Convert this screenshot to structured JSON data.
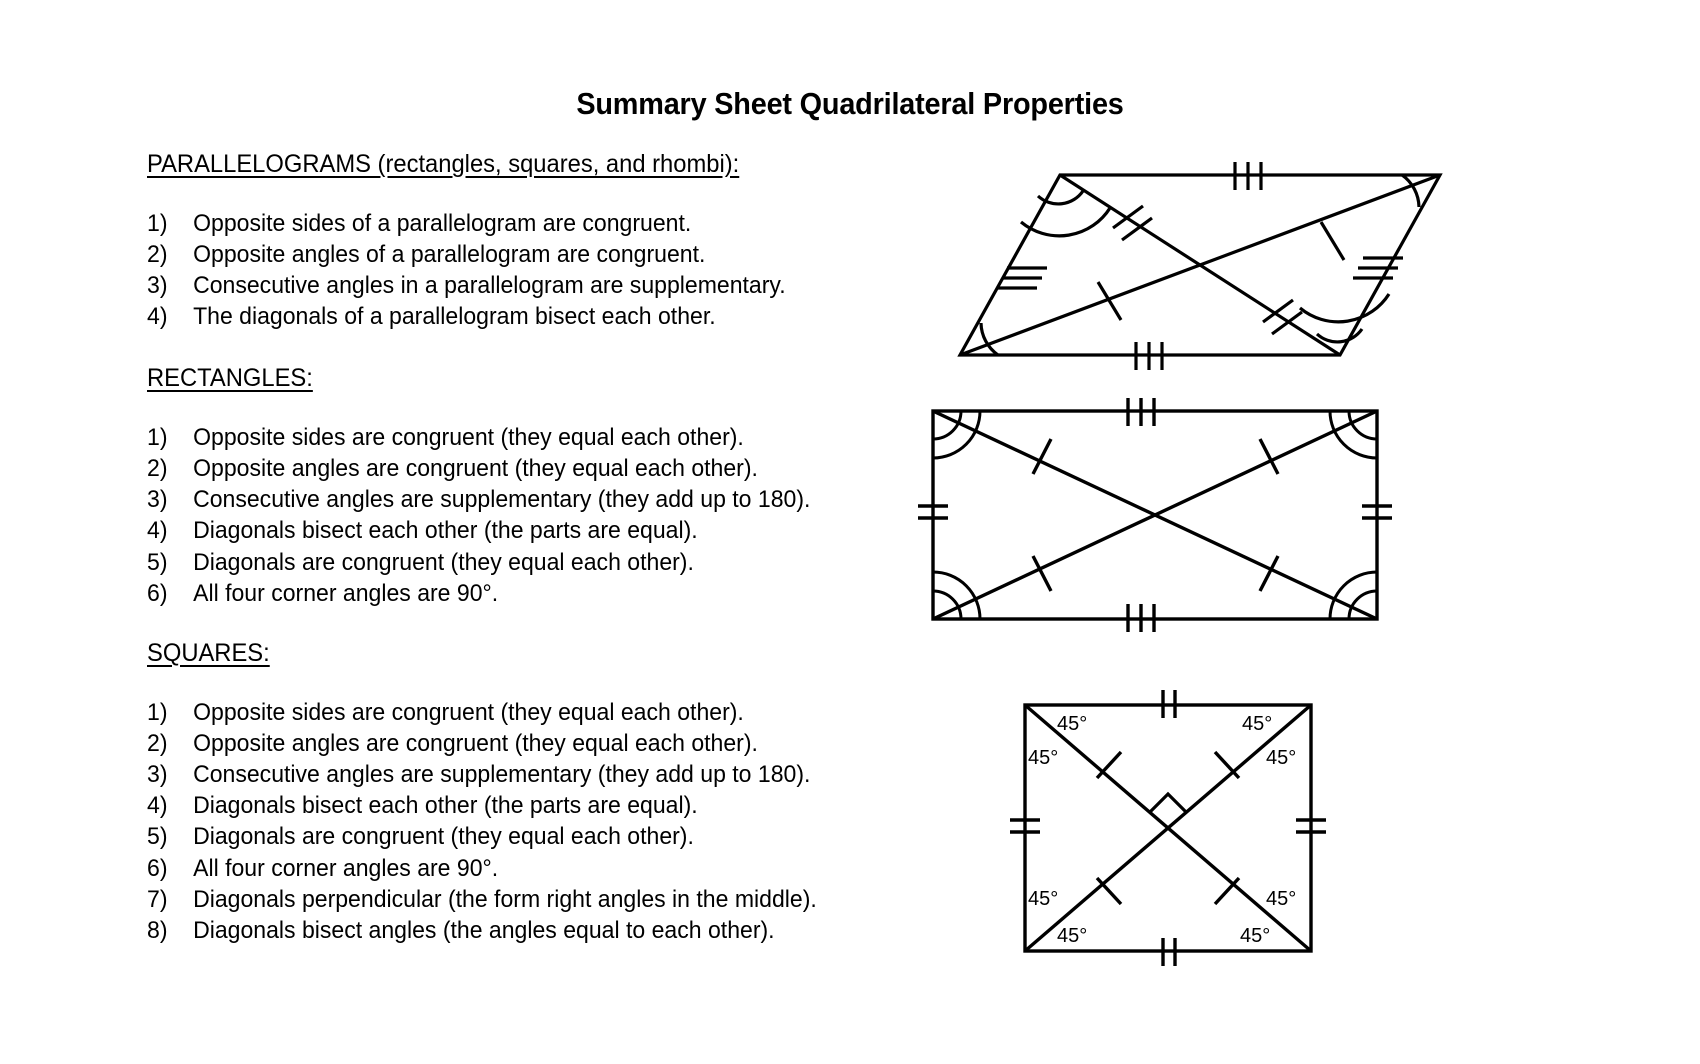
{
  "title": "Summary Sheet Quadrilateral Properties",
  "sections": [
    {
      "id": "parallelograms",
      "heading": "PARALLELOGRAMS (rectangles, squares, and rhombi):",
      "items": [
        {
          "num": "1)",
          "text": "Opposite sides of a parallelogram are congruent."
        },
        {
          "num": "2)",
          "text": "Opposite angles of a parallelogram are congruent."
        },
        {
          "num": "3)",
          "text": "Consecutive angles in a parallelogram are supplementary."
        },
        {
          "num": "4)",
          "text": "The diagonals of a parallelogram bisect each other."
        }
      ]
    },
    {
      "id": "rectangles",
      "heading": "RECTANGLES:",
      "items": [
        {
          "num": "1)",
          "text": "Opposite sides are congruent (they equal each other)."
        },
        {
          "num": "2)",
          "text": "Opposite angles are congruent (they equal each other)."
        },
        {
          "num": "3)",
          "text": "Consecutive angles are supplementary (they add up to 180)."
        },
        {
          "num": "4)",
          "text": "Diagonals bisect each other (the parts are equal)."
        },
        {
          "num": "5)",
          "text": "Diagonals are congruent (they equal each other)."
        },
        {
          "num": "6)",
          "text": "All four corner angles are 90°."
        }
      ]
    },
    {
      "id": "squares",
      "heading": "SQUARES:",
      "items": [
        {
          "num": "1)",
          "text": "Opposite sides are congruent (they equal each other)."
        },
        {
          "num": "2)",
          "text": "Opposite angles are congruent (they equal each other)."
        },
        {
          "num": "3)",
          "text": "Consecutive angles are supplementary (they add up to 180)."
        },
        {
          "num": "4)",
          "text": "Diagonals bisect each other (the parts are equal)."
        },
        {
          "num": "5)",
          "text": "Diagonals are congruent (they equal each other)."
        },
        {
          "num": "6)",
          "text": "All four corner angles are 90°."
        },
        {
          "num": "7)",
          "text": "Diagonals perpendicular (the form right angles in the middle)."
        },
        {
          "num": "8)",
          "text": "Diagonals bisect angles (the angles equal to each other)."
        }
      ]
    }
  ],
  "figures": {
    "parallelogram": {
      "name": "parallelogram-diagram",
      "side_ticks": 3,
      "diagonal_half_ticks": [
        1,
        2,
        1,
        2
      ],
      "angle_arcs": 2,
      "stroke_color": "#000000"
    },
    "rectangle": {
      "name": "rectangle-diagram",
      "horizontal_side_ticks": 3,
      "vertical_side_ticks": 2,
      "diagonal_half_ticks": [
        1,
        1,
        1,
        1
      ],
      "angle_arcs": 2,
      "stroke_color": "#000000"
    },
    "square": {
      "name": "square-diagram",
      "side_ticks": 2,
      "diagonal_half_ticks": [
        1,
        1,
        1,
        1
      ],
      "center_right_angle_marker": true,
      "stroke_color": "#000000",
      "angle_labels": [
        {
          "text": "45°",
          "corner": "top-left-upper"
        },
        {
          "text": "45°",
          "corner": "top-left-lower"
        },
        {
          "text": "45°",
          "corner": "top-right-upper"
        },
        {
          "text": "45°",
          "corner": "top-right-lower"
        },
        {
          "text": "45°",
          "corner": "bottom-left-upper"
        },
        {
          "text": "45°",
          "corner": "bottom-left-lower"
        },
        {
          "text": "45°",
          "corner": "bottom-right-upper"
        },
        {
          "text": "45°",
          "corner": "bottom-right-lower"
        }
      ]
    }
  }
}
